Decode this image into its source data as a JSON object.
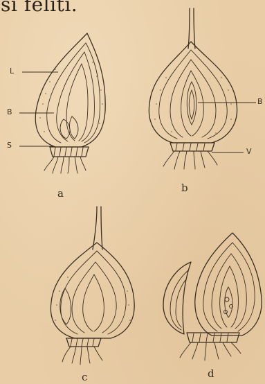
{
  "header": {
    "text": "si feliti."
  },
  "figures": [
    {
      "id": "a",
      "label": "a",
      "callouts": [
        "L",
        "B",
        "S"
      ]
    },
    {
      "id": "b",
      "label": "b",
      "callouts": [
        "B",
        "V"
      ]
    },
    {
      "id": "c",
      "label": "c",
      "callouts": []
    },
    {
      "id": "d",
      "label": "d",
      "callouts": []
    }
  ]
}
